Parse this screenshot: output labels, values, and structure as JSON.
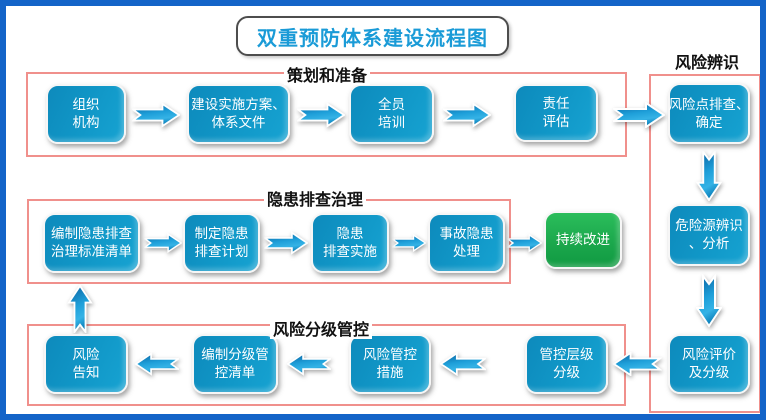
{
  "title": "双重预防体系建设流程图",
  "groups": {
    "planning": {
      "label": "策划和准备"
    },
    "identify": {
      "label": "风险辨识"
    },
    "hazard": {
      "label": "隐患排查治理"
    },
    "control": {
      "label": "风险分级管控"
    }
  },
  "nodes": {
    "org": {
      "l1": "组织",
      "l2": "机构"
    },
    "plan": {
      "l1": "建设实施方案、",
      "l2": "体系文件"
    },
    "training": {
      "l1": "全员",
      "l2": "培训"
    },
    "duty": {
      "l1": "责任",
      "l2": "评估"
    },
    "risk_point": {
      "l1": "风险点排查、",
      "l2": "确定"
    },
    "hazard_id": {
      "l1": "危险源辨识",
      "l2": "、分析"
    },
    "risk_eval": {
      "l1": "风险评价",
      "l2": "及分级"
    },
    "checklist": {
      "l1": "编制隐患排查",
      "l2": "治理标准清单"
    },
    "insp_plan": {
      "l1": "制定隐患",
      "l2": "排查计划"
    },
    "insp_impl": {
      "l1": "隐患",
      "l2": "排查实施"
    },
    "accident": {
      "l1": "事故隐患",
      "l2": "处理"
    },
    "improve": {
      "l1": "持续改进"
    },
    "inform": {
      "l1": "风险",
      "l2": "告知"
    },
    "ctrl_list": {
      "l1": "编制分级管",
      "l2": "控清单"
    },
    "measures": {
      "l1": "风险管控",
      "l2": "措施"
    },
    "levels": {
      "l1": "管控层级",
      "l2": "分级"
    }
  },
  "colors": {
    "node_fill": "#1198c8",
    "green_fill": "#1aa64b",
    "arrow_blue": "#1e9cd8",
    "group_border": "#f0908c",
    "outer_border": "#1464c8",
    "title_text": "#1a9bd7"
  }
}
